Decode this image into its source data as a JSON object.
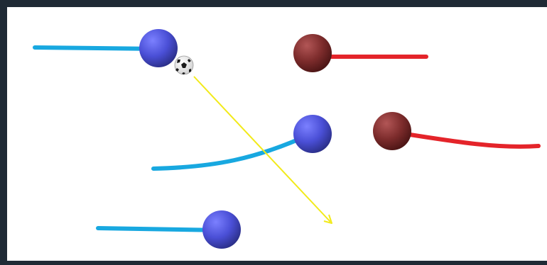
{
  "colors": {
    "frame": "#1f2a35",
    "field": "#ffffff",
    "team_blue_trail": "#18a8e0",
    "team_red_trail": "#e4242a",
    "pass_arrow": "#f2ea1a",
    "ball_white": "#f4f4f4",
    "ball_black": "#1a1a1a"
  },
  "players": [
    {
      "id": "blue-1",
      "team": "blue",
      "trail": "straight"
    },
    {
      "id": "blue-2",
      "team": "blue",
      "trail": "curved"
    },
    {
      "id": "blue-3",
      "team": "blue",
      "trail": "straight"
    },
    {
      "id": "red-1",
      "team": "red",
      "trail": "straight"
    },
    {
      "id": "red-2",
      "team": "red",
      "trail": "curved"
    }
  ],
  "ball": {
    "icon": "soccer-ball-icon"
  },
  "pass": {
    "icon": "pass-arrow-icon"
  }
}
